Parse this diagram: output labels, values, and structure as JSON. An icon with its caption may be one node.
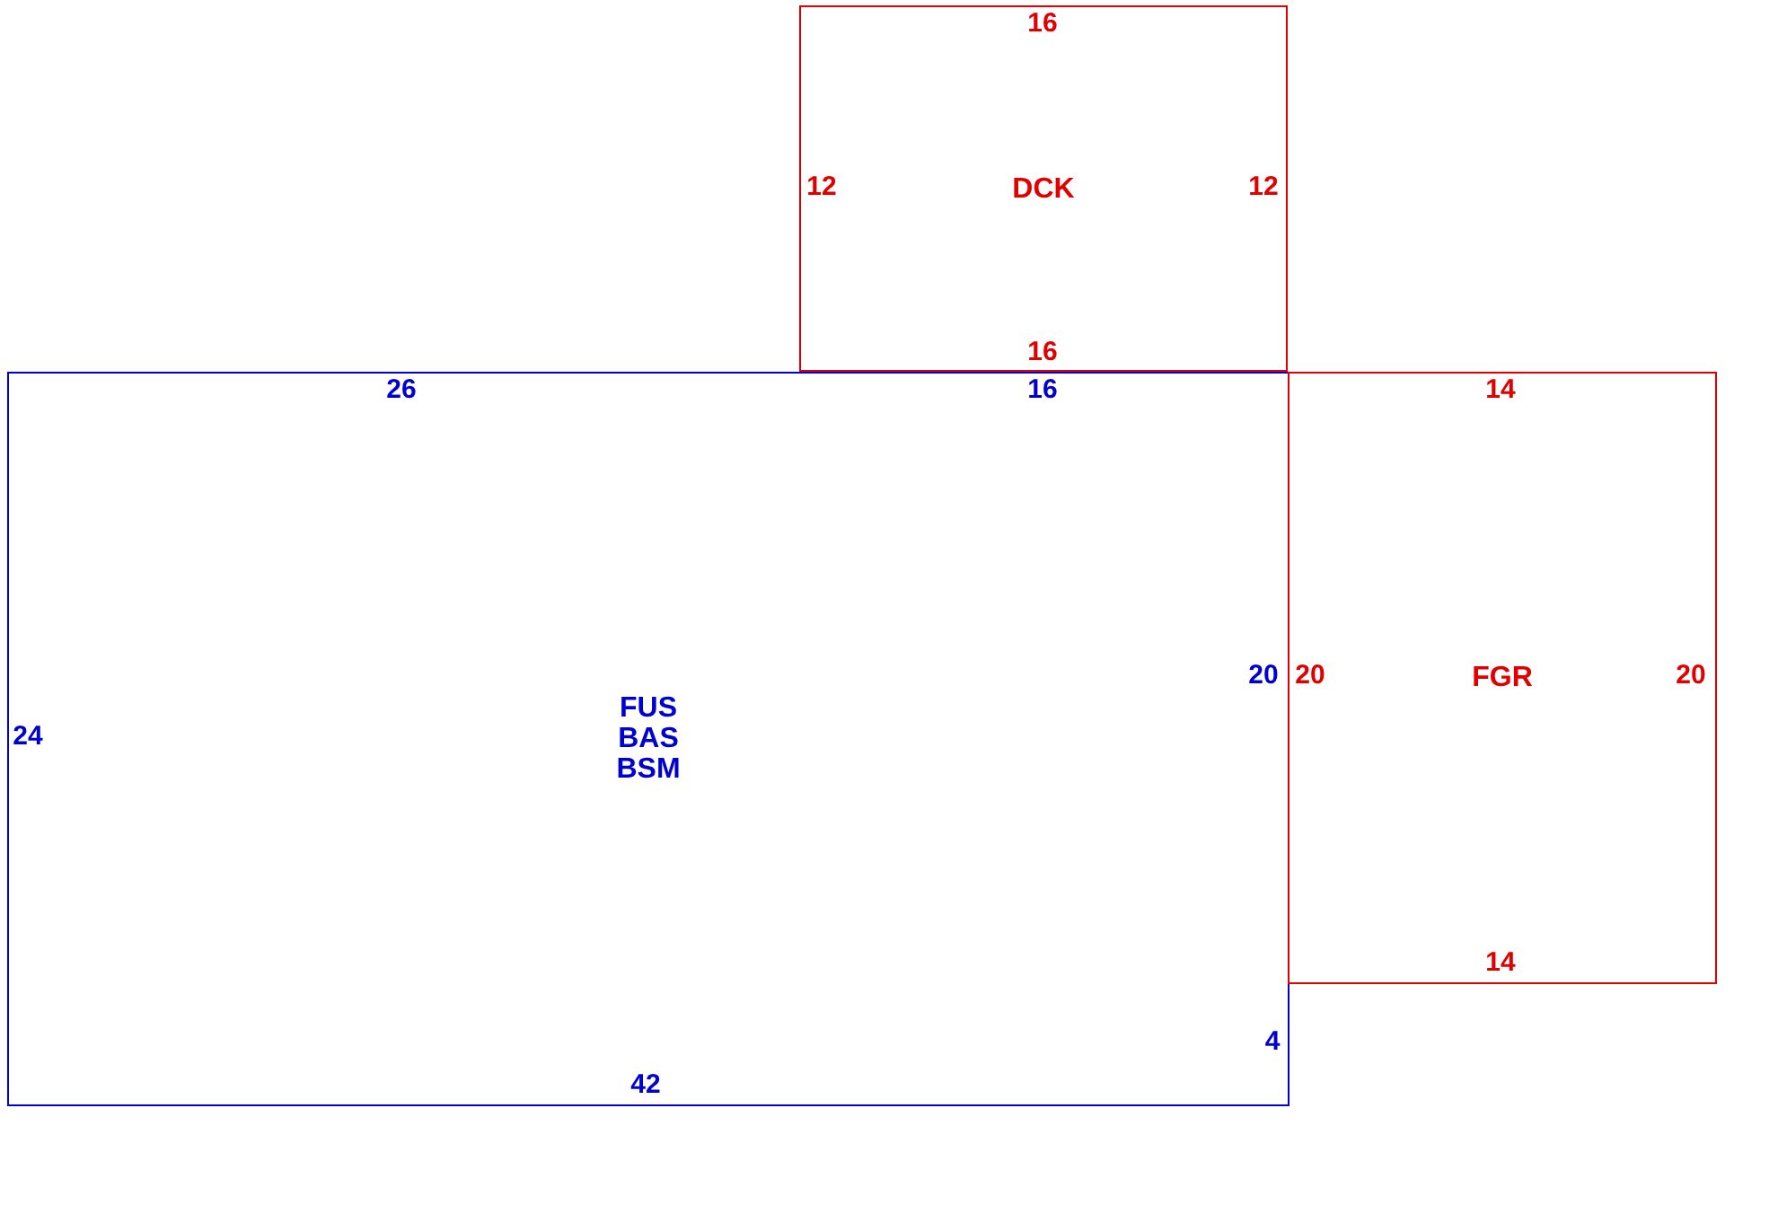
{
  "diagram": {
    "nodes": [
      {
        "text": [
          "DCK",
          "16",
          "12",
          "12",
          "16"
        ]
      },
      {
        "text": [
          "FUS BAS BSM",
          "26",
          "16",
          "24",
          "20",
          "4",
          "42"
        ]
      },
      {
        "text": [
          "FGR",
          "14",
          "20",
          "20",
          "14"
        ]
      }
    ]
  }
}
